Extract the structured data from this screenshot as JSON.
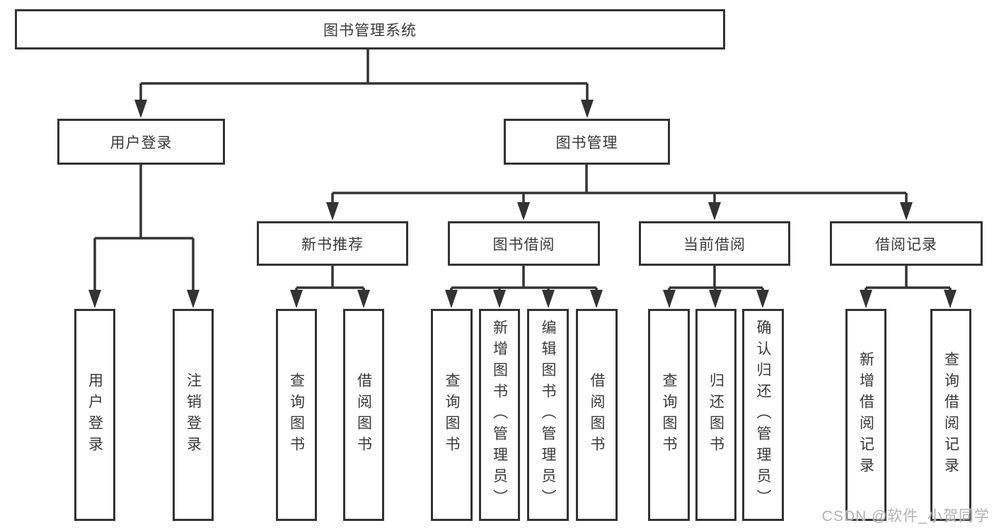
{
  "diagram": {
    "title": "图书管理系统",
    "level2": {
      "user_login": "用户登录",
      "book_mgmt": "图书管理"
    },
    "level3": {
      "new_rec": "新书推荐",
      "borrow": "图书借阅",
      "current": "当前借阅",
      "records": "借阅记录"
    },
    "leaves": {
      "login": "用户登录",
      "logout": "注销登录",
      "nr_query": "查询图书",
      "nr_borrow": "借阅图书",
      "bb_query": "查询图书",
      "bb_add": "新增图书（管理员）",
      "bb_edit": "编辑图书（管理员）",
      "bb_borrow": "借阅图书",
      "cb_query": "查询图书",
      "cb_return": "归还图书",
      "cb_confirm": "确认归还（管理员）",
      "br_add": "新增借阅记录",
      "br_query": "查询借阅记录"
    },
    "colors": {
      "line": "#333333",
      "text": "#3a3a3a",
      "watermark": "#b3b3b3"
    }
  },
  "watermark": {
    "text": "CSDN @软件_小贺同学"
  }
}
